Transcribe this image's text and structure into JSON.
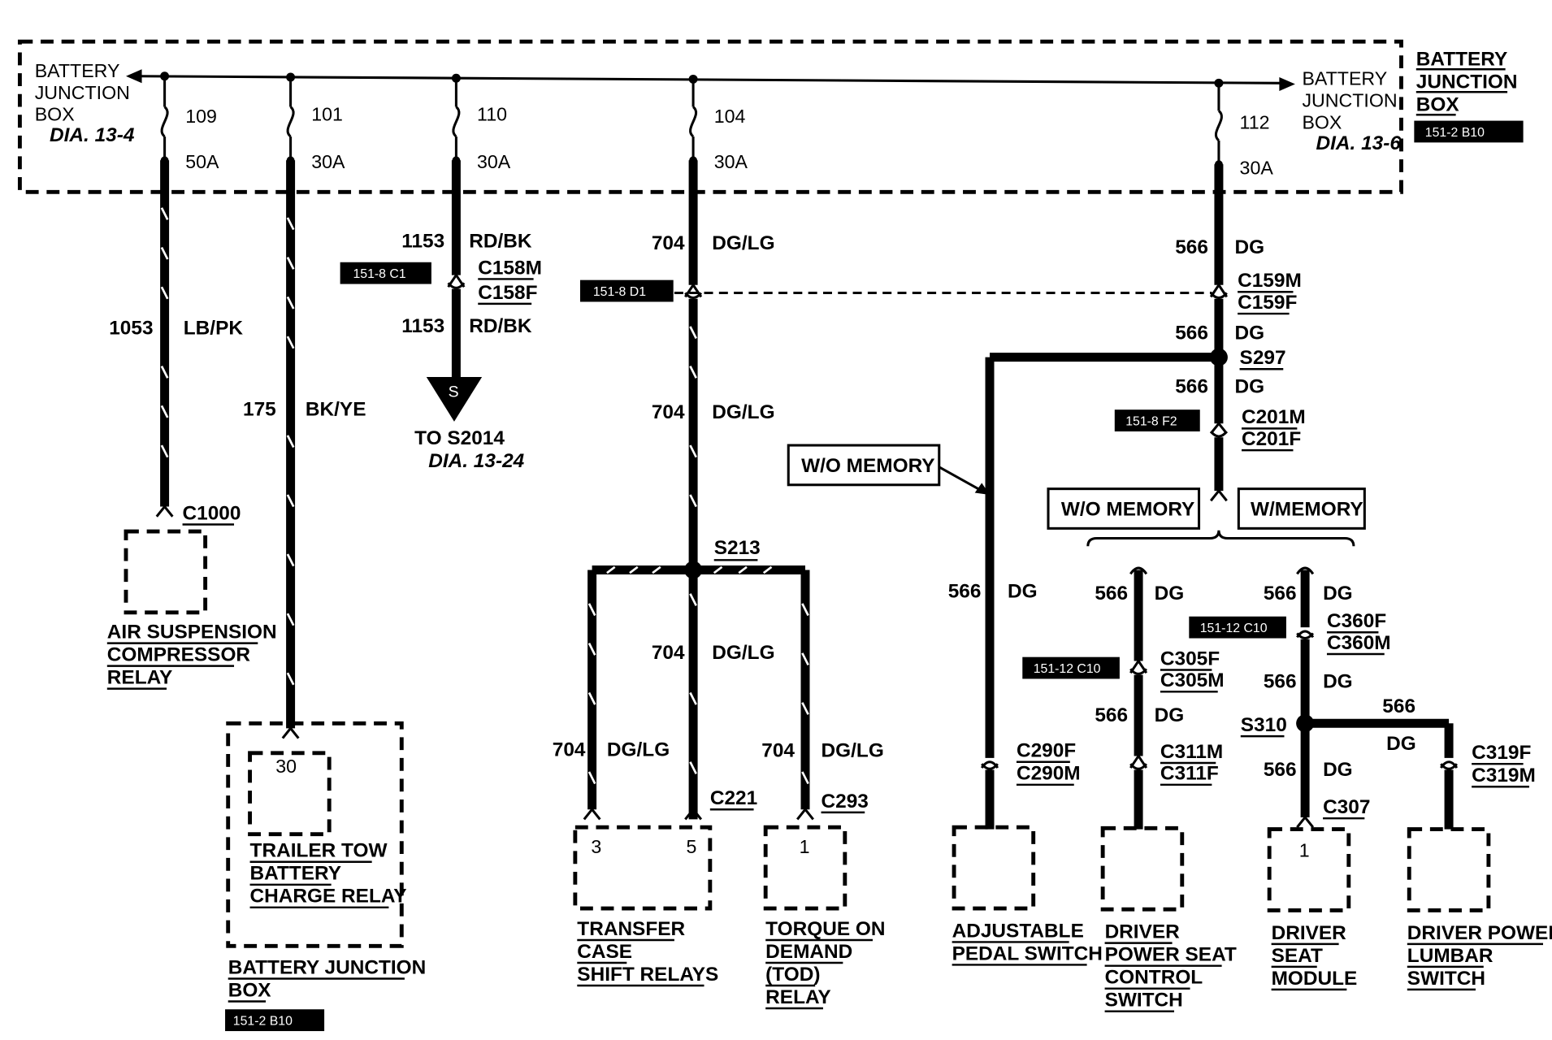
{
  "junction_box_left": {
    "lines": [
      "BATTERY",
      "JUNCTION",
      "BOX"
    ],
    "dia": "DIA. 13-4"
  },
  "junction_box_right": {
    "lines": [
      "BATTERY",
      "JUNCTION",
      "BOX"
    ],
    "dia": "DIA. 13-6"
  },
  "junction_box_title": {
    "lines": [
      "BATTERY",
      "JUNCTION",
      "BOX"
    ],
    "ref": "151-2 B10"
  },
  "fuses": [
    {
      "num": "109",
      "amps": "50A"
    },
    {
      "num": "101",
      "amps": "30A"
    },
    {
      "num": "110",
      "amps": "30A"
    },
    {
      "num": "104",
      "amps": "30A"
    },
    {
      "num": "112",
      "amps": "30A"
    }
  ],
  "wires": {
    "w1053": {
      "num": "1053",
      "color": "LB/PK"
    },
    "w175": {
      "num": "175",
      "color": "BK/YE"
    },
    "w1153_top": {
      "num": "1153",
      "color": "RD/BK"
    },
    "w1153_bot": {
      "num": "1153",
      "color": "RD/BK"
    },
    "w704_a": {
      "num": "704",
      "color": "DG/LG"
    },
    "w704_b": {
      "num": "704",
      "color": "DG/LG"
    },
    "w704_c": {
      "num": "704",
      "color": "DG/LG"
    },
    "w704_d": {
      "num": "704",
      "color": "DG/LG"
    },
    "w704_e": {
      "num": "704",
      "color": "DG/LG"
    },
    "w566_a": {
      "num": "566",
      "color": "DG"
    },
    "w566_b": {
      "num": "566",
      "color": "DG"
    },
    "w566_c": {
      "num": "566",
      "color": "DG"
    },
    "w566_d": {
      "num": "566",
      "color": "DG"
    },
    "w566_e": {
      "num": "566",
      "color": "DG"
    },
    "w566_f": {
      "num": "566",
      "color": "DG"
    },
    "w566_g": {
      "num": "566",
      "color": "DG"
    },
    "w566_h": {
      "num": "566",
      "color": "DG"
    },
    "w566_i": {
      "num": "566",
      "color": "DG"
    },
    "w566_j": {
      "num": "566",
      "color": "DG"
    }
  },
  "connectors": {
    "c1000": "C1000",
    "c158m": "C158M",
    "c158f": "C158F",
    "c159m": "C159M",
    "c159f": "C159F",
    "c201m": "C201M",
    "c201f": "C201F",
    "c221": "C221",
    "c293": "C293",
    "c290f": "C290F",
    "c290m": "C290M",
    "c305f": "C305F",
    "c305m": "C305M",
    "c311m": "C311M",
    "c311f": "C311F",
    "c360f": "C360F",
    "c360m": "C360M",
    "c307": "C307",
    "c319f": "C319F",
    "c319m": "C319M"
  },
  "splices": {
    "s213": "S213",
    "s297": "S297",
    "s310": "S310"
  },
  "ref_tags": {
    "t1": "151-8 C1",
    "t2": "151-8 D1",
    "t3": "151-8 F2",
    "t4": "151-12 C10",
    "t5": "151-12 C10",
    "t6": "151-2 B10"
  },
  "offpage": {
    "letter": "S",
    "to": "TO S2014",
    "dia": "DIA. 13-24"
  },
  "boxes": {
    "wo_memory_1": "W/O MEMORY",
    "wo_memory_2": "W/O MEMORY",
    "w_memory": "W/MEMORY"
  },
  "components": {
    "air_suspension": [
      "AIR SUSPENSION",
      "COMPRESSOR",
      "RELAY"
    ],
    "trailer_tow": [
      "TRAILER TOW",
      "BATTERY",
      "CHARGE RELAY"
    ],
    "trailer_pin": "30",
    "bjb_bottom": [
      "BATTERY JUNCTION",
      "BOX"
    ],
    "transfer_case": [
      "TRANSFER",
      "CASE",
      "SHIFT RELAYS"
    ],
    "transfer_pin_a": "3",
    "transfer_pin_b": "5",
    "tod_relay": [
      "TORQUE ON",
      "DEMAND",
      "(TOD)",
      "RELAY"
    ],
    "tod_pin": "1",
    "pedal_switch": [
      "ADJUSTABLE",
      "PEDAL SWITCH"
    ],
    "seat_control": [
      "DRIVER",
      "POWER SEAT",
      "CONTROL",
      "SWITCH"
    ],
    "seat_module": [
      "DRIVER",
      "SEAT",
      "MODULE"
    ],
    "seat_module_pin": "1",
    "lumbar_switch": [
      "DRIVER POWER",
      "LUMBAR",
      "SWITCH"
    ]
  }
}
